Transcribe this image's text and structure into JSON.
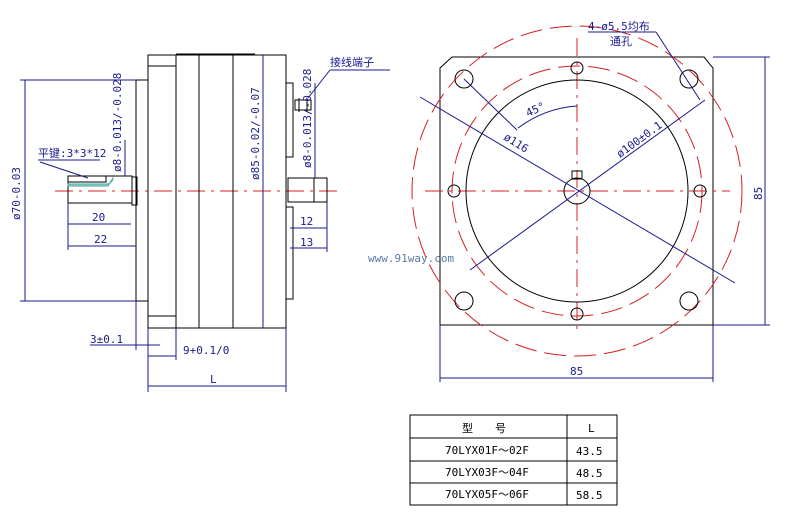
{
  "side_view": {
    "terminal_label": "接线端子",
    "key_label": "平键:3*3*12",
    "dia70": "ø70-0.03",
    "dia8_left": "ø8-0.013/-0.028",
    "dia85": "ø85-0.02/-0.07",
    "dia8_right": "ø8-0.013/-0.028",
    "dim_20": "20",
    "dim_22": "22",
    "dim_12": "12",
    "dim_13": "13",
    "dim_3": "3±0.1",
    "dim_9": "9+0.1/0",
    "dim_L": "L"
  },
  "front_view": {
    "holes_label": "4-ø5.5均布",
    "holes_sub": "通孔",
    "angle": "45°",
    "dia116": "ø116",
    "dia100": "ø100±0.1",
    "height": "85",
    "width": "85"
  },
  "watermark": "www.91way.com",
  "table": {
    "headers": [
      "型　　号",
      "L"
    ],
    "rows": [
      {
        "model": "70LYX01F～02F",
        "L": "43.5"
      },
      {
        "model": "70LYX03F～04F",
        "L": "48.5"
      },
      {
        "model": "70LYX05F～06F",
        "L": "58.5"
      }
    ]
  }
}
